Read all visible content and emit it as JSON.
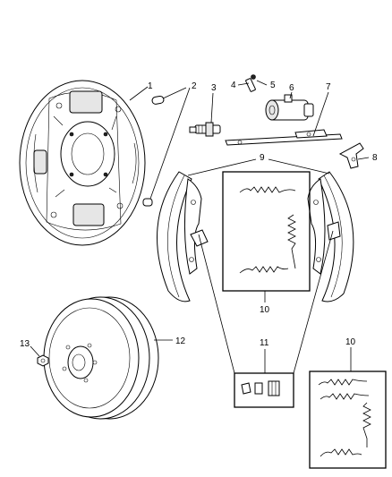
{
  "callouts": {
    "n1": "1",
    "n2": "2",
    "n3": "3",
    "n4": "4",
    "n5": "5",
    "n6": "6",
    "n7": "7",
    "n8": "8",
    "n9": "9",
    "n10a": "10",
    "n10b": "10",
    "n11": "11",
    "n12": "12",
    "n13": "13"
  }
}
